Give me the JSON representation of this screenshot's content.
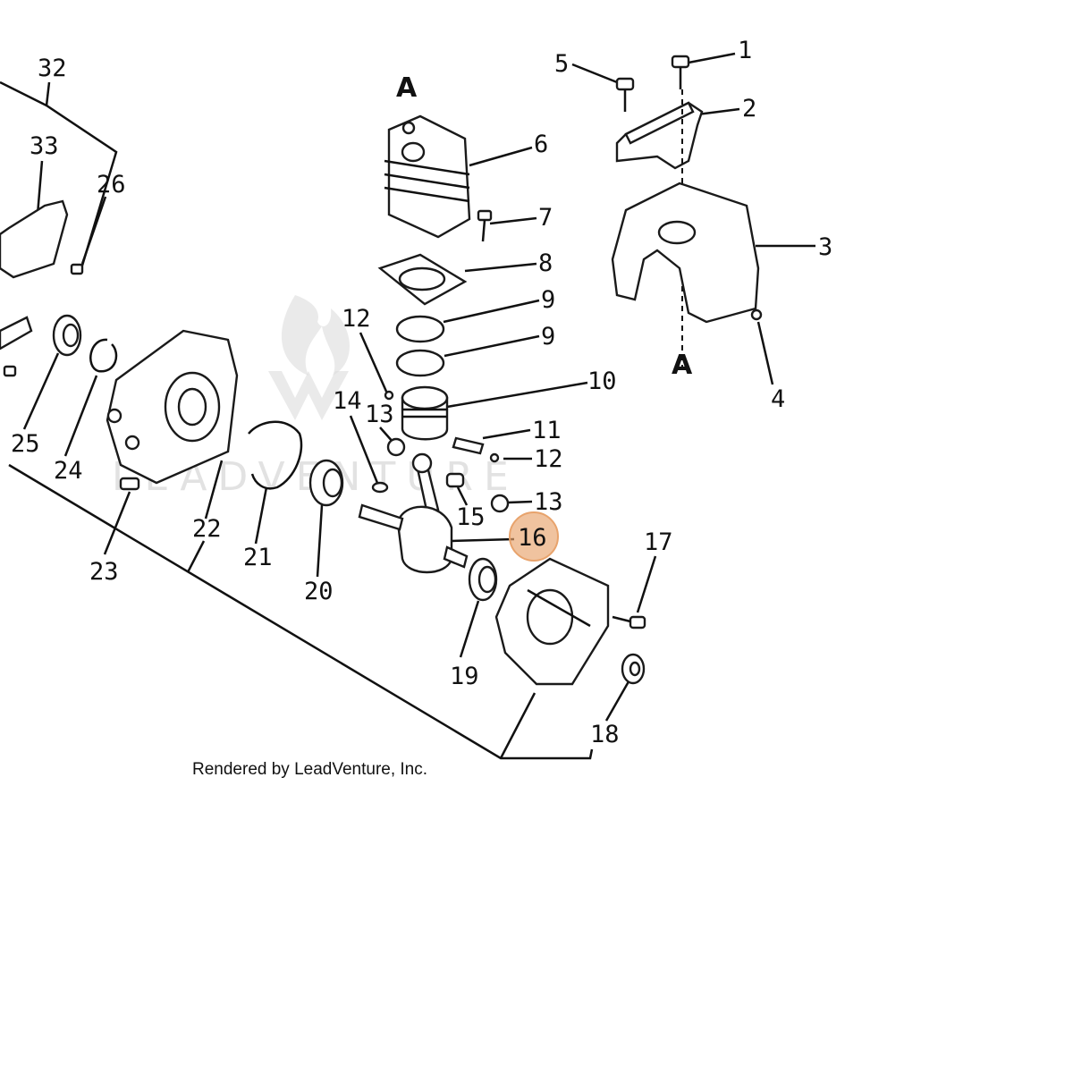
{
  "diagram": {
    "credit": "Rendered by LeadVenture, Inc.",
    "watermark": "LEADVENTURE",
    "highlight_color": "#E8A36C",
    "callouts": [
      {
        "id": "c1",
        "text": "1"
      },
      {
        "id": "c2",
        "text": "2"
      },
      {
        "id": "c3",
        "text": "3"
      },
      {
        "id": "c4",
        "text": "4"
      },
      {
        "id": "c5",
        "text": "5"
      },
      {
        "id": "c6",
        "text": "6"
      },
      {
        "id": "c7",
        "text": "7"
      },
      {
        "id": "c8",
        "text": "8"
      },
      {
        "id": "c9a",
        "text": "9"
      },
      {
        "id": "c9b",
        "text": "9"
      },
      {
        "id": "c10",
        "text": "10"
      },
      {
        "id": "c11",
        "text": "11"
      },
      {
        "id": "c12a",
        "text": "12"
      },
      {
        "id": "c12b",
        "text": "12"
      },
      {
        "id": "c13a",
        "text": "13"
      },
      {
        "id": "c13b",
        "text": "13"
      },
      {
        "id": "c14",
        "text": "14"
      },
      {
        "id": "c15",
        "text": "15"
      },
      {
        "id": "c16",
        "text": "16",
        "highlighted": true
      },
      {
        "id": "c17",
        "text": "17"
      },
      {
        "id": "c18",
        "text": "18"
      },
      {
        "id": "c19",
        "text": "19"
      },
      {
        "id": "c20",
        "text": "20"
      },
      {
        "id": "c21",
        "text": "21"
      },
      {
        "id": "c22",
        "text": "22"
      },
      {
        "id": "c23",
        "text": "23"
      },
      {
        "id": "c24",
        "text": "24"
      },
      {
        "id": "c25",
        "text": "25"
      },
      {
        "id": "c26",
        "text": "26"
      },
      {
        "id": "c32",
        "text": "32"
      },
      {
        "id": "c33",
        "text": "33"
      },
      {
        "id": "cAtop",
        "text": "A"
      },
      {
        "id": "cAbottom",
        "text": "A"
      }
    ]
  }
}
